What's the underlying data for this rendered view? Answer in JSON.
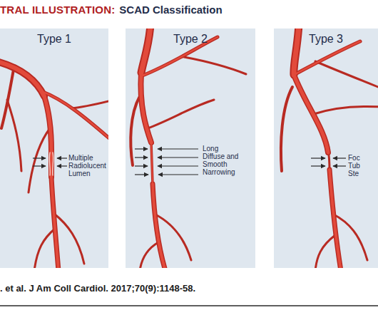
{
  "diagram": {
    "title": "TRAL ILLUSTRATION:",
    "caption": ". et al. J Am Coll Cardiol. 2017;70(9):1148-58.",
    "nodes": [
      {
        "text": [
          "Type 1",
          "Multiple Radiolucent Lumen"
        ]
      },
      {
        "text": [
          "Type 2",
          "Long Diffuse and Smooth Narrowing"
        ]
      },
      {
        "text": [
          "Type 3",
          "Foc Tub Ste"
        ]
      }
    ],
    "labels": [
      "SCAD Classification"
    ]
  }
}
